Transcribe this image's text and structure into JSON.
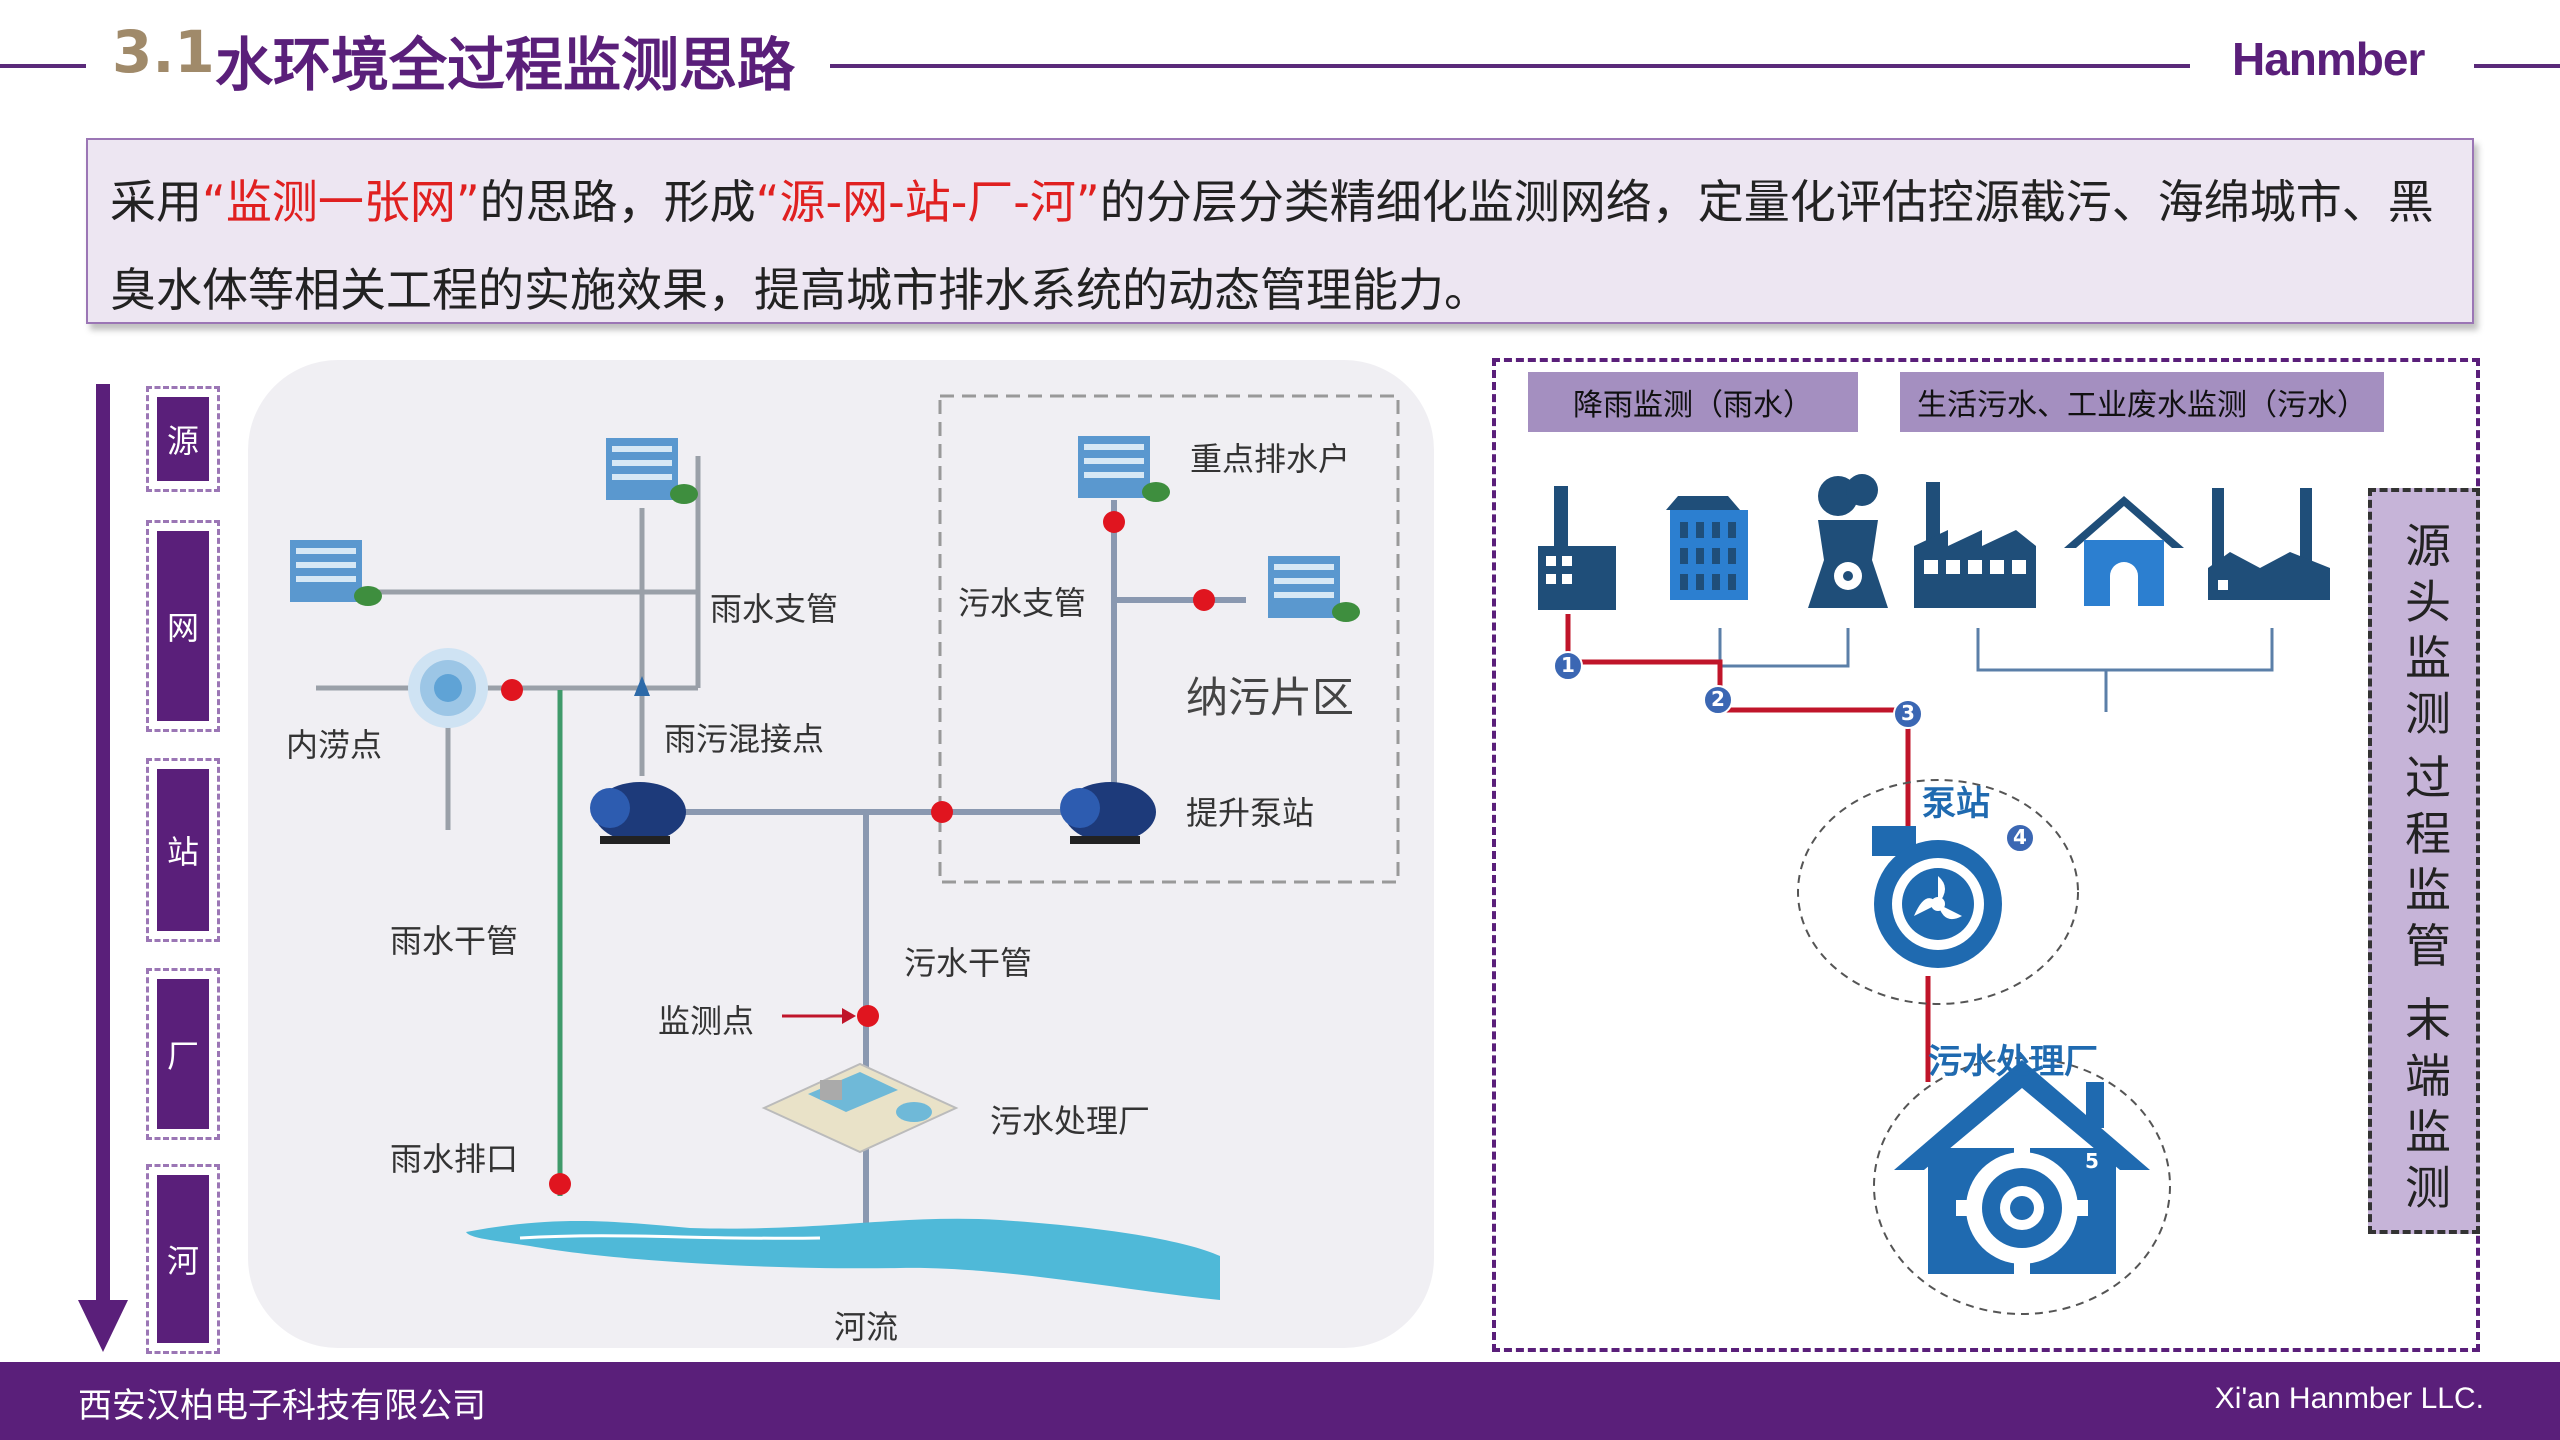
{
  "header": {
    "number": "3.1",
    "title": "水环境全过程监测思路",
    "brand": "Hanmber"
  },
  "summary": {
    "p1": "采用",
    "h1": "“监测一张网”",
    "p2": "的思路，形成",
    "h2": "“源-网-站-厂-河”",
    "p3": "的分层分类精细化监测网络，定量化评估控源截污、海绵城市、黑臭水体等相关工程的实施效果，提高城市排水系统的动态管理能力。"
  },
  "left_labels": [
    "源",
    "网",
    "站",
    "厂",
    "河"
  ],
  "diagram": {
    "labels": {
      "key_discharger": "重点排水户",
      "rain_branch": "雨水支管",
      "sewage_branch": "污水支管",
      "collection_area": "纳污片区",
      "waterlogging_point": "内涝点",
      "mixed_connection": "雨污混接点",
      "pump_station": "提升泵站",
      "rain_main": "雨水干管",
      "sewage_main": "污水干管",
      "monitoring_point": "监测点",
      "treatment_plant": "污水处理厂",
      "rain_outlet": "雨水排口",
      "river": "河流"
    }
  },
  "right_panel": {
    "tag_rain": "降雨监测（雨水）",
    "tag_sewage": "生活污水、工业废水监测（污水）",
    "pump_label": "泵站",
    "plant_label": "污水处理厂",
    "nodes": [
      "1",
      "2",
      "3",
      "4",
      "5"
    ],
    "side": [
      "源头监测",
      "过程监管",
      "末端监测"
    ]
  },
  "footer": {
    "left": "西安汉柏电子科技有限公司",
    "right": "Xi'an Hanmber LLC."
  },
  "colors": {
    "brand_purple": "#5a1f7a",
    "highlight_red": "#e02020",
    "pipe_red": "#c0152a",
    "icon_blue": "#1f4e79"
  }
}
